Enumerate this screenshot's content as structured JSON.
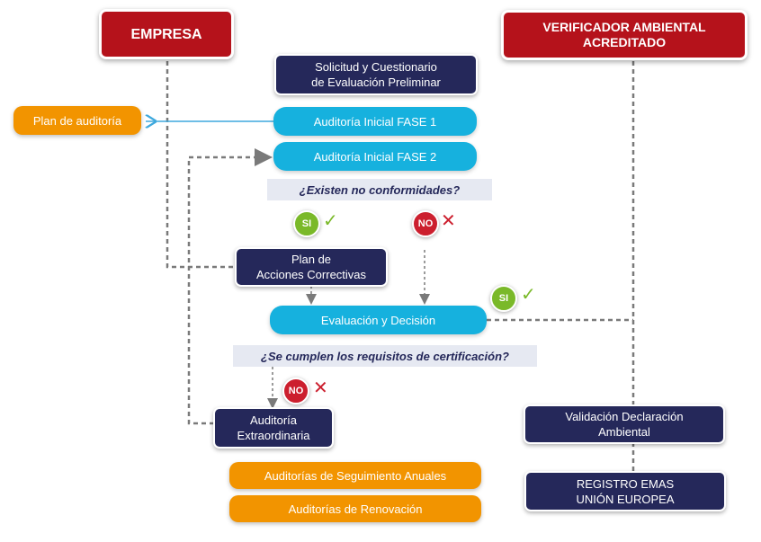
{
  "headers": {
    "empresa": "EMPRESA",
    "verificador": "VERIFICADOR AMBIENTAL\nACREDITADO"
  },
  "boxes": {
    "solicitud": "Solicitud y Cuestionario\nde Evaluación Preliminar",
    "plan_auditoria": "Plan de auditoría",
    "fase1": "Auditoría Inicial FASE 1",
    "fase2": "Auditoría Inicial FASE 2",
    "plan_acciones": "Plan de\nAcciones Correctivas",
    "evaluacion": "Evaluación y Decisión",
    "extraordinaria": "Auditoría\nExtraordinaria",
    "seguimiento": "Auditorías de Seguimiento Anuales",
    "renovacion": "Auditorías de Renovación",
    "validacion": "Validación Declaración\nAmbiental",
    "registro": "REGISTRO EMAS\nUNIÓN EUROPEA"
  },
  "questions": {
    "no_conformidades": "¿Existen no conformidades?",
    "requisitos": "¿Se cumplen los requisitos de certificación?"
  },
  "badges": {
    "si": "SI",
    "no": "NO"
  },
  "colors": {
    "header_red": "#b5121b",
    "navy": "#25285a",
    "cyan": "#16b1de",
    "orange": "#f29400",
    "question_bg": "#e6e9f2",
    "yes_green": "#7ab929",
    "no_red": "#cc1f2e",
    "connector_gray": "#7a7a7a"
  },
  "icons": {
    "yes": "check-icon",
    "no": "cross-icon"
  }
}
